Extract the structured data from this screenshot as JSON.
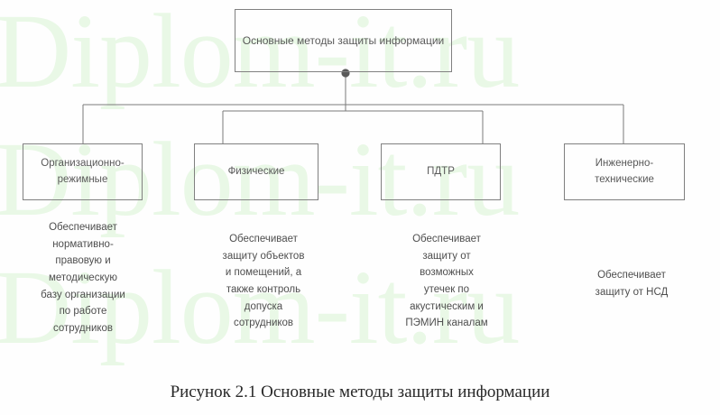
{
  "watermark": {
    "text": "Diplom-it.ru",
    "color": "#e9f8e6",
    "rows": [
      "Diplom-it.ru",
      "Diplom-it.ru",
      "Diplom-it.ru"
    ]
  },
  "diagram": {
    "type": "org-chart",
    "line_color": "#7a7a7a",
    "box_border_color": "#808080",
    "text_color": "#595959",
    "root": {
      "label": "Основные методы защиты информации"
    },
    "nodes": [
      {
        "label": "Организационно-\nрежимные",
        "description": "Обеспечивает\nнормативно-\nправовую и\nметодическую\nбазу организации\nпо работе\nсотрудников"
      },
      {
        "label": "Физические",
        "description": "Обеспечивает\nзащиту объектов\nи помещений, а\nтакже контроль\nдопуска\nсотрудников"
      },
      {
        "label": "ПДТР",
        "description": "Обеспечивает\nзащиту от\nвозможных\nутечек по\nакустическим и\nПЭМИН каналам"
      },
      {
        "label": "Инженерно-\nтехнические",
        "description": "Обеспечивает\nзащиту от НСД"
      }
    ]
  },
  "caption": {
    "text": "Рисунок 2.1 Основные методы защиты информации"
  }
}
